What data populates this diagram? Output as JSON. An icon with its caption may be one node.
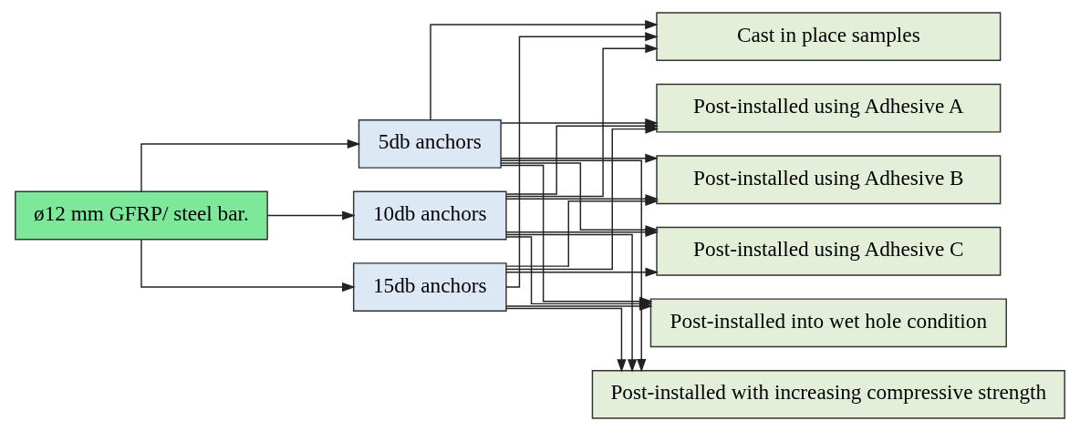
{
  "diagram": {
    "nodes": [
      {
        "text": [
          "ø12 mm GFRP/ steel bar."
        ]
      },
      {
        "text": [
          "5db anchors"
        ]
      },
      {
        "text": [
          "10db anchors"
        ]
      },
      {
        "text": [
          "15db anchors"
        ]
      },
      {
        "text": [
          "Cast in place samples"
        ]
      },
      {
        "text": [
          "Post-installed using Adhesive A"
        ]
      },
      {
        "text": [
          "Post-installed using Adhesive B"
        ]
      },
      {
        "text": [
          "Post-installed using Adhesive C"
        ]
      },
      {
        "text": [
          "Post-installed into wet hole condition"
        ]
      },
      {
        "text": [
          "Post-installed with increasing compressive strength"
        ]
      }
    ],
    "edges": [
      {
        "from": 0,
        "to": 1,
        "arrow": "to"
      },
      {
        "from": 0,
        "to": 2,
        "arrow": "to"
      },
      {
        "from": 0,
        "to": 3,
        "arrow": "to"
      },
      {
        "from": 1,
        "to": 4,
        "arrow": "to"
      },
      {
        "from": 1,
        "to": 5,
        "arrow": "to"
      },
      {
        "from": 1,
        "to": 6,
        "arrow": "to"
      },
      {
        "from": 1,
        "to": 7,
        "arrow": "to"
      },
      {
        "from": 1,
        "to": 8,
        "arrow": "to"
      },
      {
        "from": 1,
        "to": 9,
        "arrow": "to"
      },
      {
        "from": 2,
        "to": 4,
        "arrow": "to"
      },
      {
        "from": 2,
        "to": 5,
        "arrow": "to"
      },
      {
        "from": 2,
        "to": 6,
        "arrow": "to"
      },
      {
        "from": 2,
        "to": 7,
        "arrow": "to"
      },
      {
        "from": 2,
        "to": 8,
        "arrow": "to"
      },
      {
        "from": 2,
        "to": 9,
        "arrow": "to"
      },
      {
        "from": 3,
        "to": 4,
        "arrow": "to"
      },
      {
        "from": 3,
        "to": 5,
        "arrow": "to"
      },
      {
        "from": 3,
        "to": 6,
        "arrow": "to"
      },
      {
        "from": 3,
        "to": 7,
        "arrow": "to"
      },
      {
        "from": 3,
        "to": 8,
        "arrow": "to"
      },
      {
        "from": 3,
        "to": 9,
        "arrow": "to"
      }
    ]
  }
}
